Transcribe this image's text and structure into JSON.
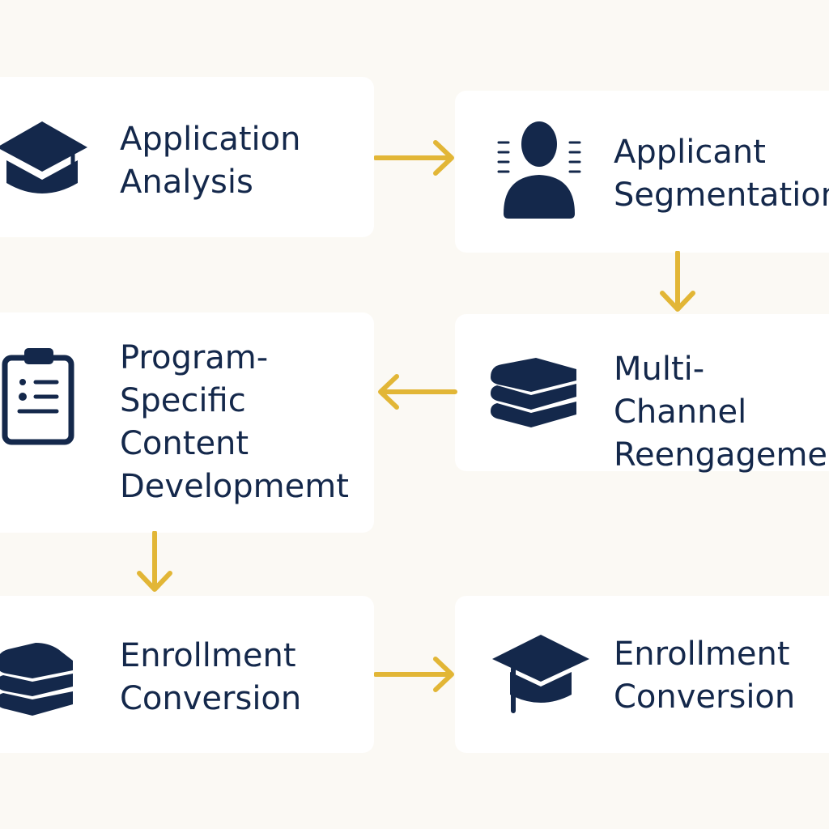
{
  "colors": {
    "background": "#fbf9f4",
    "card": "#ffffff",
    "icon": "#14284b",
    "text": "#14284b",
    "arrow": "#e2b636"
  },
  "steps": [
    {
      "label": "Application\nAnalysis",
      "icon": "graduation-cap-icon"
    },
    {
      "label": "Applicant\nSegmentation",
      "icon": "person-icon"
    },
    {
      "label": "Multi-Channel\nReengagement",
      "icon": "book-stack-icon"
    },
    {
      "label": "Program-\nSpecific\nContent\nDevelopmemt",
      "icon": "clipboard-checklist-icon"
    },
    {
      "label": "Enrollment\nConversion",
      "icon": "book-stack-icon"
    },
    {
      "label": "Enrollment\nConversion",
      "icon": "graduation-cap-icon"
    }
  ]
}
